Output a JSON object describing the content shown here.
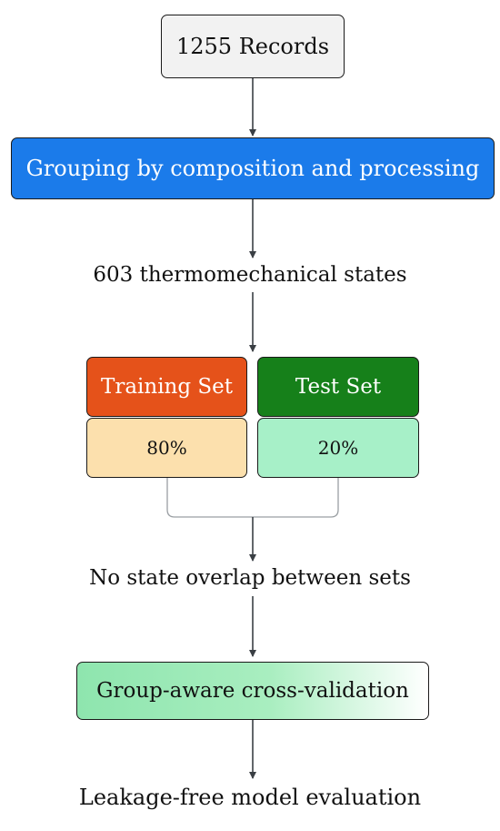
{
  "nodes": {
    "records": "1255 Records",
    "grouping": "Grouping by composition and processing",
    "states": "603 thermomechanical states",
    "training_set": "Training Set",
    "training_pct": "80%",
    "test_set": "Test Set",
    "test_pct": "20%",
    "overlap": "No state overlap between sets",
    "cross_validation": "Group-aware cross-validation",
    "evaluation": "Leakage-free model evaluation"
  },
  "colors": {
    "grouping_fill": "#1b7bea",
    "training_header_fill": "#e5521a",
    "training_body_fill": "#fce0ad",
    "test_header_fill": "#16801a",
    "test_body_fill": "#a7f0c8",
    "cross_validation_fill": "#8ee5ae",
    "connector": "#3a3f44"
  }
}
